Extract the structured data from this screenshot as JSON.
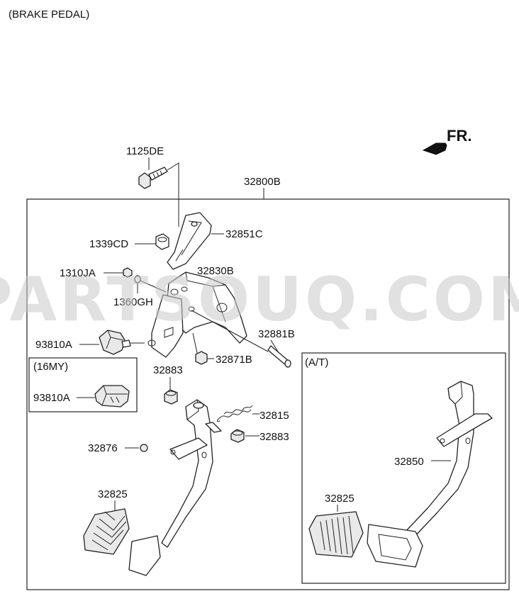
{
  "title": "(BRAKE PEDAL)",
  "direction_label": "FR.",
  "watermark": "PARTSOUQ.COM",
  "inset_16my_label": "(16MY)",
  "inset_at_label": "(A/T)",
  "parts": {
    "p1125DE": "1125DE",
    "p32800B": "32800B",
    "p32851C": "32851C",
    "p1339CD": "1339CD",
    "p32830B": "32830B",
    "p1310JA": "1310JA",
    "p1360GH": "1360GH",
    "p32881B": "32881B",
    "p93810A": "93810A",
    "p32871B": "32871B",
    "p32883a": "32883",
    "p93810A_16my": "93810A",
    "p32815": "32815",
    "p32883b": "32883",
    "p32876": "32876",
    "p32825": "32825",
    "p32850": "32850",
    "p32825_at": "32825"
  },
  "colors": {
    "line": "#222222",
    "watermark": "#c8c8c8"
  }
}
